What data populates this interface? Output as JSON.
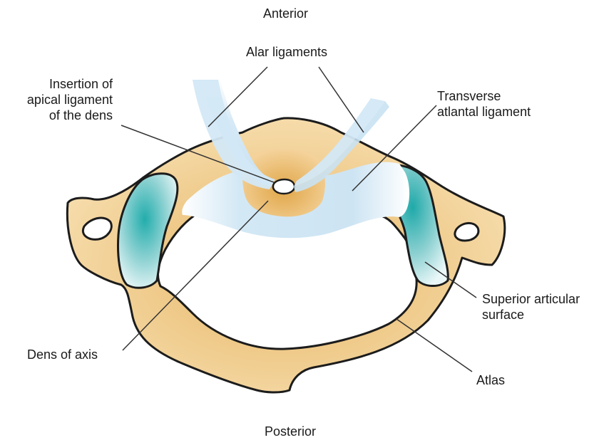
{
  "orientation": {
    "top": "Anterior",
    "bottom": "Posterior"
  },
  "labels": {
    "alar_ligaments": "Alar ligaments",
    "apical_insertion": [
      "Insertion of",
      "apical ligament",
      "of the dens"
    ],
    "transverse_ligament": [
      "Transverse",
      "atlantal ligament"
    ],
    "superior_articular_surface": [
      "Superior articular",
      "surface"
    ],
    "dens_of_axis": "Dens of axis",
    "atlas": "Atlas"
  },
  "colors": {
    "bone": "#f5d9a6",
    "bone_dark": "#e2ad55",
    "outline": "#1c1c1c",
    "ligament": "#d3e8f5",
    "articular": "#2fb1b1",
    "leader": "#333333"
  }
}
